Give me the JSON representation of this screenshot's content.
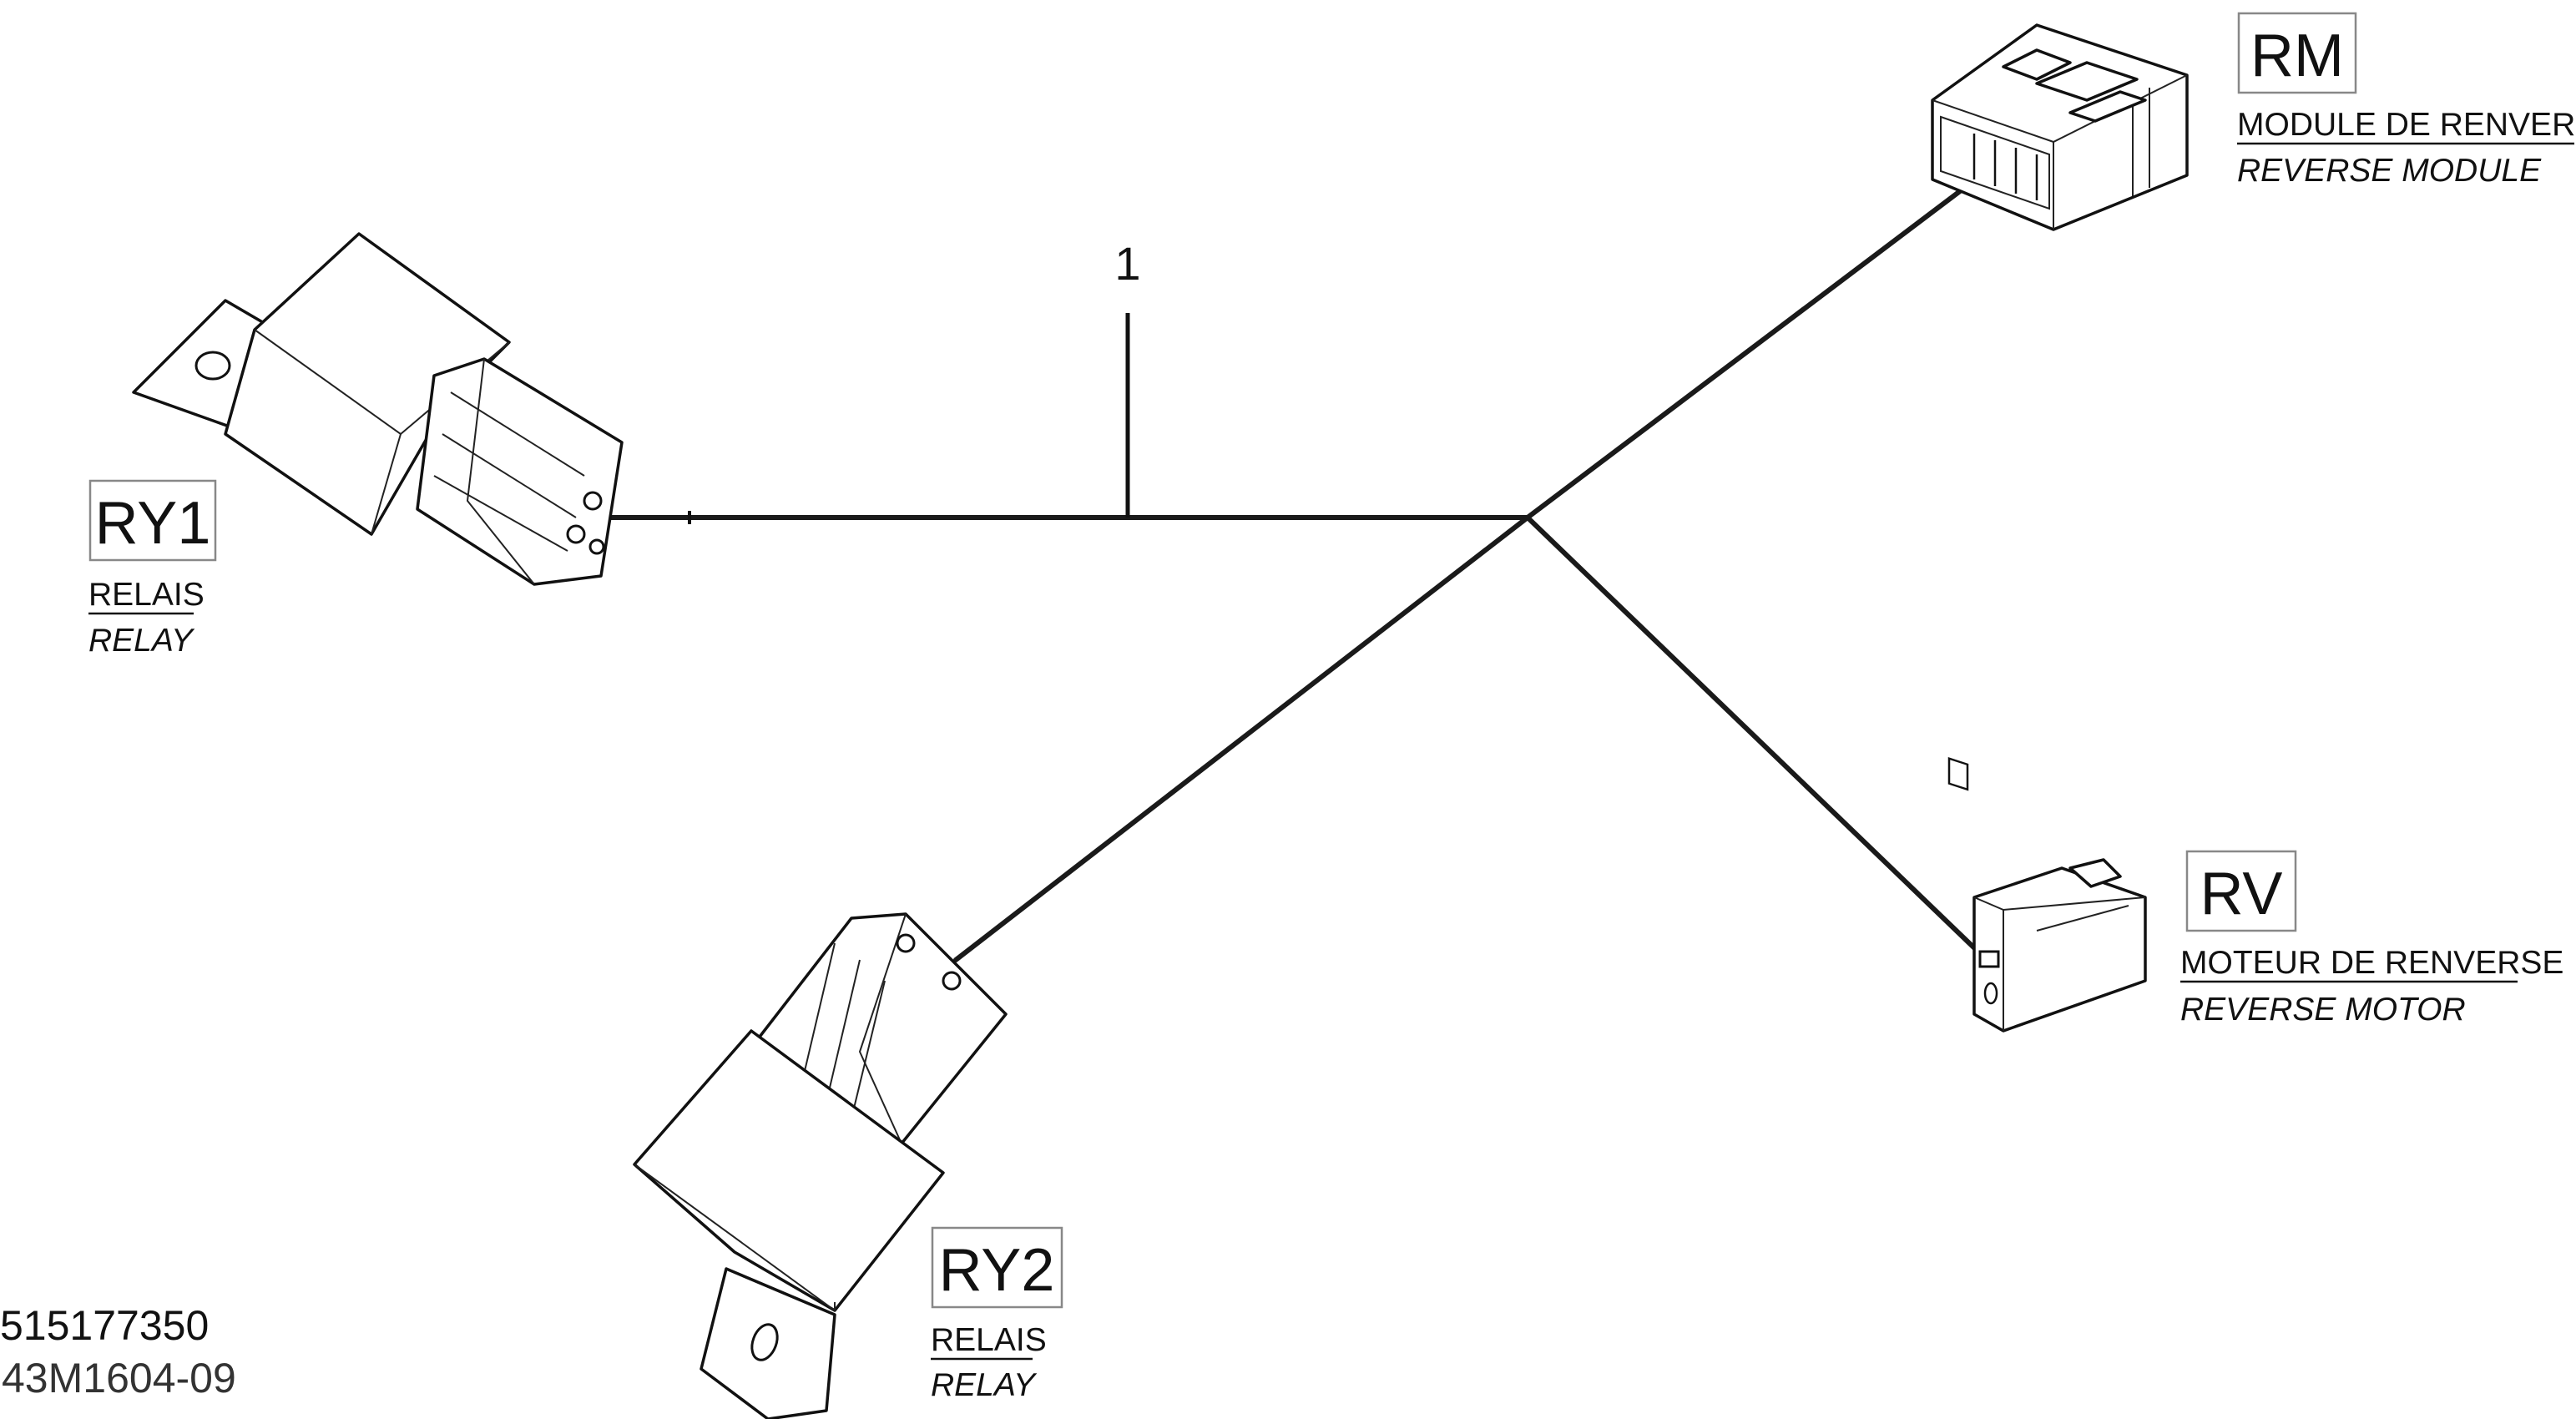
{
  "callout": "1",
  "components": {
    "ry1": {
      "code": "RY1",
      "fr": "RELAIS",
      "en": "RELAY"
    },
    "ry2": {
      "code": "RY2",
      "fr": "RELAIS",
      "en": "RELAY"
    },
    "rm": {
      "code": "RM",
      "fr": "MODULE DE RENVERSE",
      "en": "REVERSE MODULE"
    },
    "rv": {
      "code": "RV",
      "fr": "MOTEUR DE RENVERSE",
      "en": "REVERSE MOTOR"
    }
  },
  "footer": {
    "part_number": "515177350",
    "reference": "43M1604-09"
  },
  "colors": {
    "line": "#111111",
    "label_box": "#888888"
  }
}
